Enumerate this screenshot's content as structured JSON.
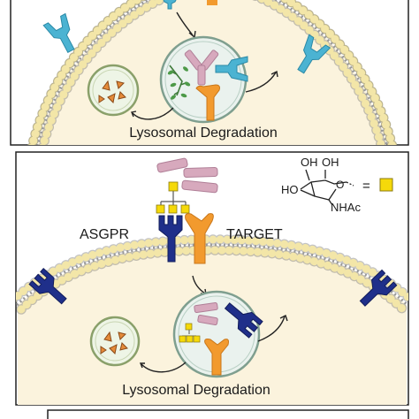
{
  "top_panel": {
    "caption": "Lysosomal Degradation"
  },
  "bottom_panel": {
    "receptor_label": "ASGPR",
    "target_label": "TARGET",
    "caption": "Lysosomal Degradation",
    "legend": {
      "group_oh_left": "OH",
      "group_oh_right": "OH",
      "group_ho": "HO",
      "ring_o": "O",
      "group_nhac": "NHAc",
      "equals": "="
    }
  },
  "colors": {
    "membrane_head": "#f3e6a8",
    "membrane_line": "#555555",
    "cyan_receptor": "#4bb3d2",
    "navy_receptor": "#1f2f8a",
    "orange_target": "#f29a2e",
    "antibody_pink": "#d7a9bd",
    "sugar_yellow": "#f5d90a",
    "vesicle_fill": "#e6f1f0",
    "lysosome_fill": "#eef5e6",
    "leaf_green": "#4d9a48"
  }
}
